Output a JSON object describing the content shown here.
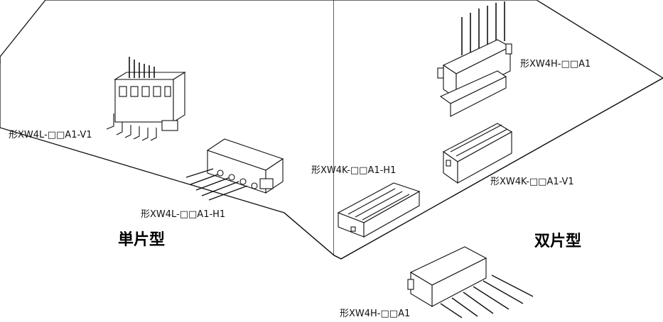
{
  "labels": {
    "xw4l_v1": "形XW4L-□□A1-V1",
    "xw4l_h1": "形XW4L-□□A1-H1",
    "xw4k_h1": "形XW4K-□□A1-H1",
    "xw4k_v1": "形XW4K-□□A1-V1",
    "xw4h_top": "形XW4H-□□A1",
    "xw4h_bottom": "形XW4H-□□A1"
  },
  "sections": {
    "single_sided": "単片型",
    "double_sided": "双片型"
  }
}
